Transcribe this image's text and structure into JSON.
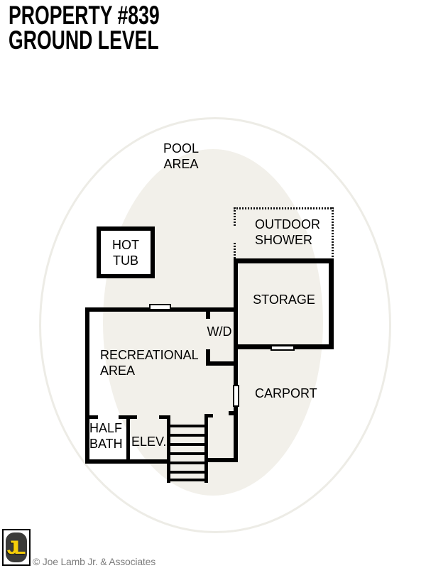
{
  "title": {
    "line1": "PROPERTY #839",
    "line2": "GROUND LEVEL"
  },
  "labels": {
    "pool_area": "POOL\nAREA",
    "hot_tub": "HOT\nTUB",
    "outdoor_shower": "OUTDOOR\nSHOWER",
    "storage": "STORAGE",
    "washer_dryer": "W/D",
    "recreational_area": "RECREATIONAL\nAREA",
    "carport": "CARPORT",
    "half_bath": "HALF\nBATH",
    "elevator": "ELEV."
  },
  "footer": {
    "logo_initials": "JL",
    "copyright": "© Joe Lamb Jr. & Associates"
  },
  "colors": {
    "wall": "#000000",
    "background": "#ffffff",
    "logo_yellow": "#f5ce0a",
    "logo_badge_dark": "#3b3b39",
    "copyright_gray": "#7d7d7d",
    "watermark_circle_fill": "#f2f0ea",
    "watermark_letters": "#fffce5",
    "watermark_ring": "#edece6"
  }
}
